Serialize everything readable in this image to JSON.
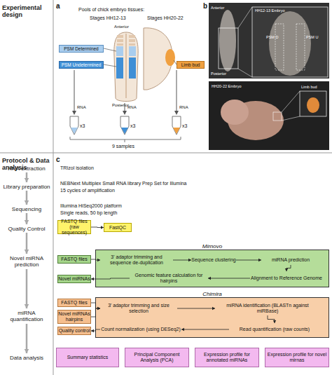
{
  "diagram": {
    "nodes": [
      {
        "text": [
          "PSM Determined"
        ]
      },
      {
        "text": [
          "PSM Undetermined"
        ]
      },
      {
        "text": [
          "Limb bud"
        ]
      },
      {
        "text": [
          "RNA extraction"
        ]
      },
      {
        "text": [
          "Library preparation"
        ]
      },
      {
        "text": [
          "Sequencing"
        ]
      },
      {
        "text": [
          "Quality Control"
        ]
      },
      {
        "text": [
          "Novel miRNA prediction"
        ]
      },
      {
        "text": [
          "miRNA quantification"
        ]
      },
      {
        "text": [
          "Data analysis"
        ]
      },
      {
        "text": [
          "FASTQ files (raw sequences)"
        ]
      },
      {
        "text": [
          "FastQC"
        ]
      },
      {
        "text": [
          "Mirnovo"
        ]
      },
      {
        "text": [
          "3' adaptor trimming and sequence de-duplication"
        ],
        "in": 12
      },
      {
        "text": [
          "Sequence clustering"
        ],
        "in": 12
      },
      {
        "text": [
          "miRNA prediction"
        ],
        "in": 12
      },
      {
        "text": [
          "Genomic feature calculation for hairpins"
        ],
        "in": 12
      },
      {
        "text": [
          "Alignment to Reference Genome"
        ],
        "in": 12
      },
      {
        "text": [
          "FASTQ files"
        ]
      },
      {
        "text": [
          "Novel miRNAs"
        ]
      },
      {
        "text": [
          "Chimira"
        ]
      },
      {
        "text": [
          "3' adaptor trimming and size selection"
        ],
        "in": 20
      },
      {
        "text": [
          "miRNA identification (BLASTn against miRBase)"
        ],
        "in": 20
      },
      {
        "text": [
          "Count normalization (using DESeq2)"
        ],
        "in": 20
      },
      {
        "text": [
          "Read quantification (raw counts)"
        ],
        "in": 20
      },
      {
        "text": [
          "FASTQ files"
        ]
      },
      {
        "text": [
          "Novel miRNAs hairpins"
        ]
      },
      {
        "text": [
          "Quality control"
        ]
      },
      {
        "text": [
          "Summary statistics"
        ]
      },
      {
        "text": [
          "Principal Component Analysis (PCA)"
        ]
      },
      {
        "text": [
          "Expression profile for annotated miRNAs"
        ]
      },
      {
        "text": [
          "Expression profile for novel mirnas"
        ]
      }
    ],
    "edges": [
      {
        "from": 3,
        "to": 4,
        "arrow": "to"
      },
      {
        "from": 4,
        "to": 5,
        "arrow": "to"
      },
      {
        "from": 5,
        "to": 6,
        "arrow": "to"
      },
      {
        "from": 6,
        "to": 7,
        "arrow": "to"
      },
      {
        "from": 7,
        "to": 8,
        "arrow": "to"
      },
      {
        "from": 8,
        "to": 9,
        "arrow": "to"
      },
      {
        "from": 10,
        "to": 11,
        "arrow": "to"
      },
      {
        "from": 18,
        "to": 13,
        "arrow": "to"
      },
      {
        "from": 13,
        "to": 14,
        "arrow": "to"
      },
      {
        "from": 14,
        "to": 15,
        "arrow": "to"
      },
      {
        "from": 15,
        "to": 17,
        "arrow": "to"
      },
      {
        "from": 17,
        "to": 16,
        "arrow": "to"
      },
      {
        "from": 16,
        "to": 19,
        "arrow": "to"
      },
      {
        "from": 25,
        "to": 21,
        "arrow": "to"
      },
      {
        "from": 26,
        "to": 21,
        "arrow": "to"
      },
      {
        "from": 21,
        "to": 22,
        "arrow": "to"
      },
      {
        "from": 22,
        "to": 24,
        "arrow": "to"
      },
      {
        "from": 24,
        "to": 23,
        "arrow": "to"
      },
      {
        "from": 23,
        "to": 27,
        "arrow": "to"
      }
    ],
    "labels": [
      "Experimental design",
      "a",
      "Pools of chick embryo tissues:",
      "Stages HH12-13",
      "Stages HH20-22",
      "Anterior",
      "Posterior",
      "RNA",
      "RNA",
      "RNA",
      "x3",
      "x3",
      "x3",
      "9 samples",
      "b",
      "Anterior",
      "Posterior",
      "HH12-13 Embryo",
      "PSM D",
      "PSM U",
      "HH20-22 Embryo",
      "Limb bud",
      "Protocol & Data analysis",
      "c",
      "TRIzol isolation",
      "NEBNext Multiplex Small RNA library Prep Set for Illumina",
      "15 cycles of amplification",
      "Illumina HiSeq2000 platform",
      "Single reads, 50 bp length"
    ]
  }
}
